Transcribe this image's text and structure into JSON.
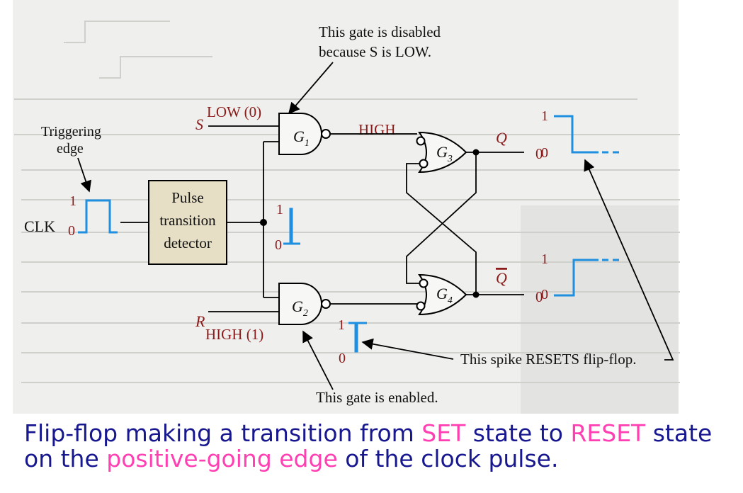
{
  "colors": {
    "paper": "#efefed",
    "paper_right": "#e3e3e1",
    "ghost_text": "#b9b9b6",
    "wire": "#000000",
    "signal": "#1f8fe0",
    "level_text": "#8b1a1a",
    "caption": "#17178f",
    "caption_highlight": "#ff3fb2",
    "detector_fill": "#e6dfc6"
  },
  "diagram": {
    "note_top_line1": "This gate is disabled",
    "note_top_line2": "because S is LOW.",
    "triggering_line1": "Triggering",
    "triggering_line2": "edge",
    "clk_label": "CLK",
    "clk_high": "1",
    "clk_low": "0",
    "detector_line1": "Pulse",
    "detector_line2": "transition",
    "detector_line3": "detector",
    "s_label": "S",
    "s_level": "LOW (0)",
    "r_label": "R",
    "r_level": "HIGH (1)",
    "g1_label": "G",
    "g1_sub": "1",
    "g2_label": "G",
    "g2_sub": "2",
    "g3_label": "G",
    "g3_sub": "3",
    "g4_label": "G",
    "g4_sub": "4",
    "g1_output_level": "HIGH",
    "spike_mid_high": "1",
    "spike_mid_low": "0",
    "spike_bottom_high": "1",
    "spike_bottom_low": "0",
    "q_label": "Q",
    "q_value": "0",
    "qbar_label": "Q",
    "qbar_value": "0",
    "q_wave_high": "1",
    "q_wave_low": "0",
    "qbar_wave_high": "1",
    "qbar_wave_low": "0",
    "note_resets": "This spike RESETS flip-flop.",
    "note_enabled": "This gate is enabled."
  },
  "caption": {
    "part1": "Flip-flop making a transition from ",
    "set_word": "SET",
    "part2": " state to ",
    "reset_word": "RESET",
    "part3": " state on the ",
    "edge_phrase": "positive-going edge",
    "part4": " of the clock pulse."
  }
}
